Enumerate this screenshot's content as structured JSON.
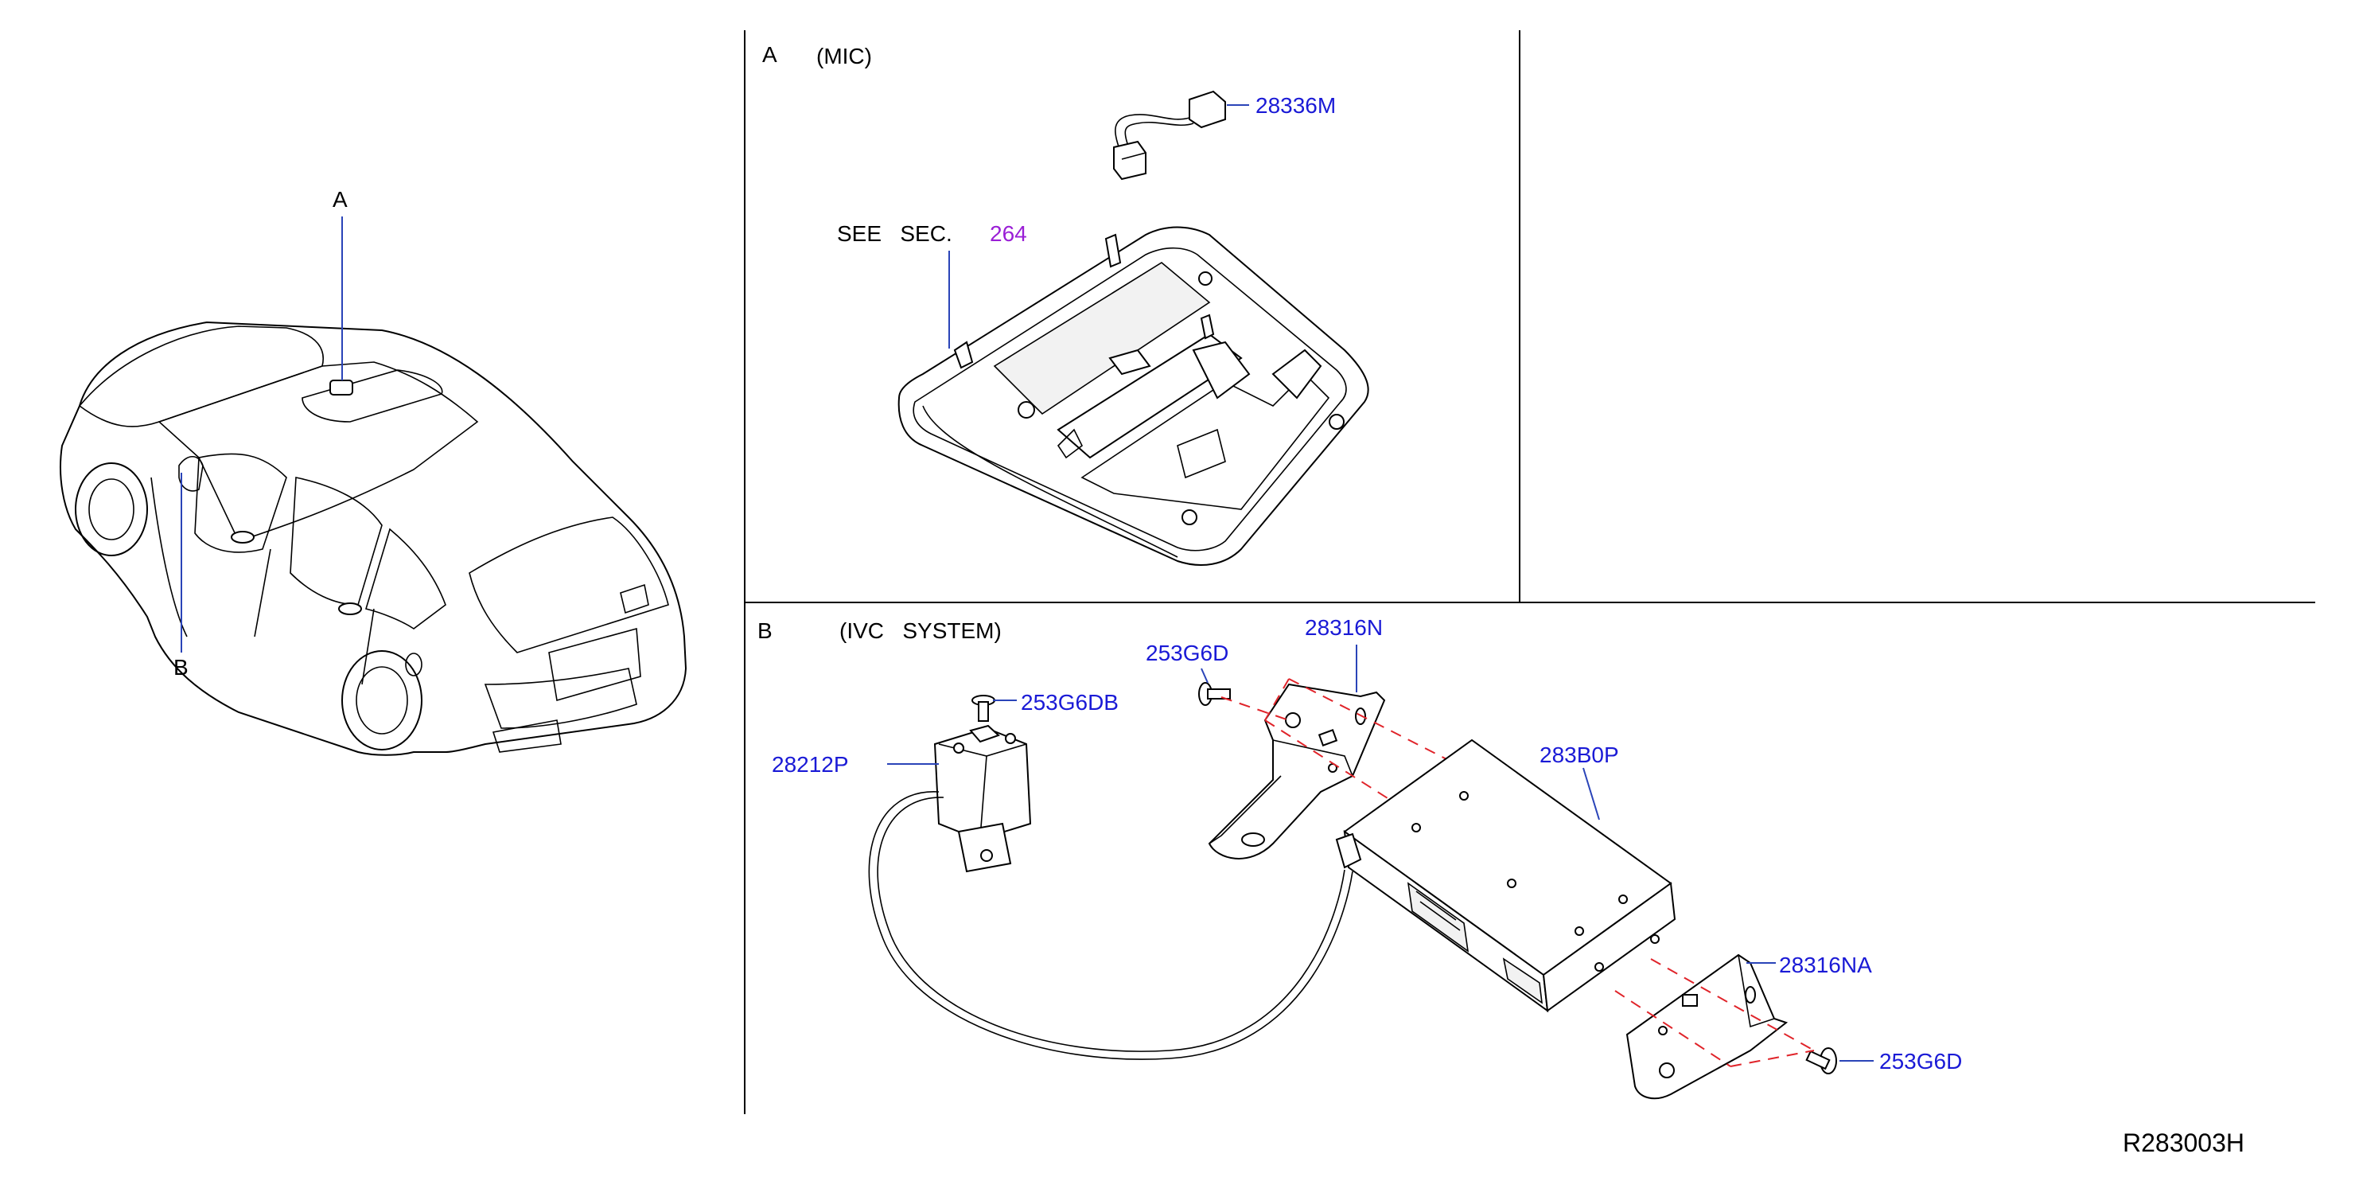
{
  "sections": {
    "a": {
      "letter": "A",
      "title": "(MIC)"
    },
    "b": {
      "letter": "B",
      "title": "(IVC   SYSTEM)"
    }
  },
  "vehicle": {
    "callout_a": "A",
    "callout_b": "B"
  },
  "see_sec": {
    "text": "SEE   SEC.",
    "number": "264"
  },
  "parts": {
    "mic_harness": "28336M",
    "bracket_upper": "28316N",
    "screw_upper": "253G6D",
    "screw_mic": "253G6DB",
    "mic_unit": "28212P",
    "control_unit": "283B0P",
    "bracket_lower": "28316NA",
    "screw_lower": "253G6D"
  },
  "diagram_code": "R283003H",
  "colors": {
    "part_label": "#1a1ad6",
    "section_ref": "#9a1fd6",
    "dashed_guide": "#e0242a",
    "leader": "#2a44b8"
  }
}
